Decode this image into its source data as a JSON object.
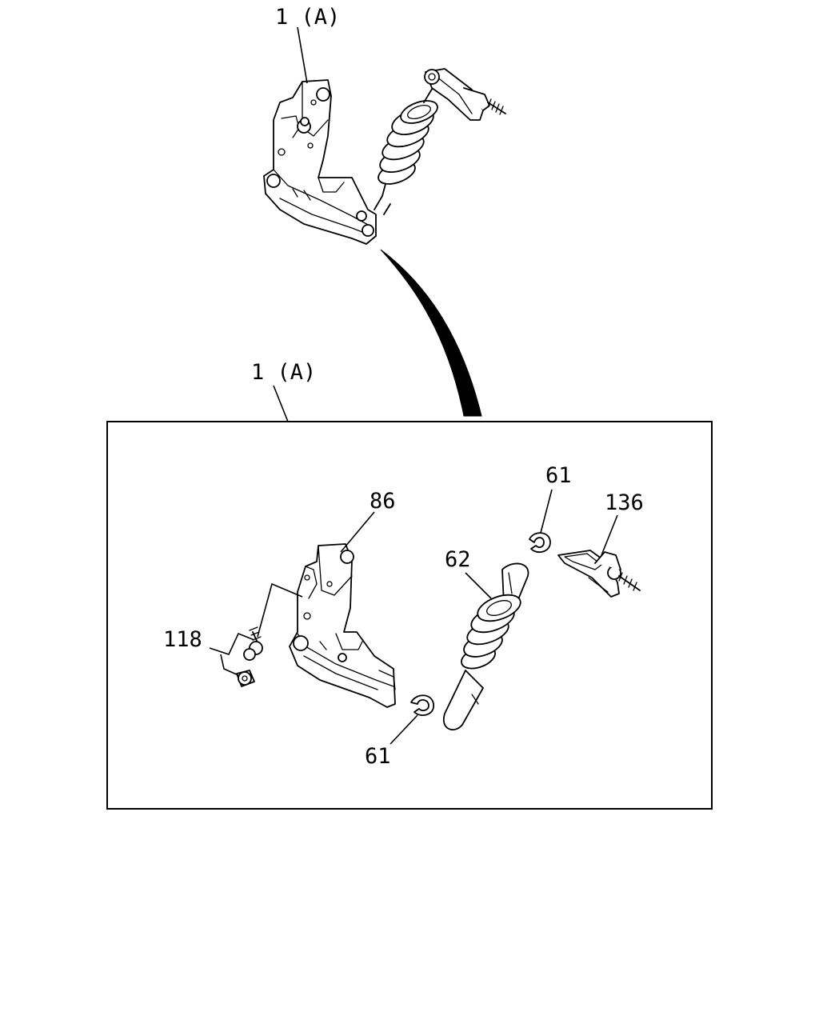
{
  "callouts": {
    "top_assembly": "1 (A)",
    "detail_box": "1 (A)",
    "bracket": "86",
    "clip_upper": "61",
    "clip_lower": "61",
    "spring": "62",
    "lever": "136",
    "bolts": "118"
  }
}
